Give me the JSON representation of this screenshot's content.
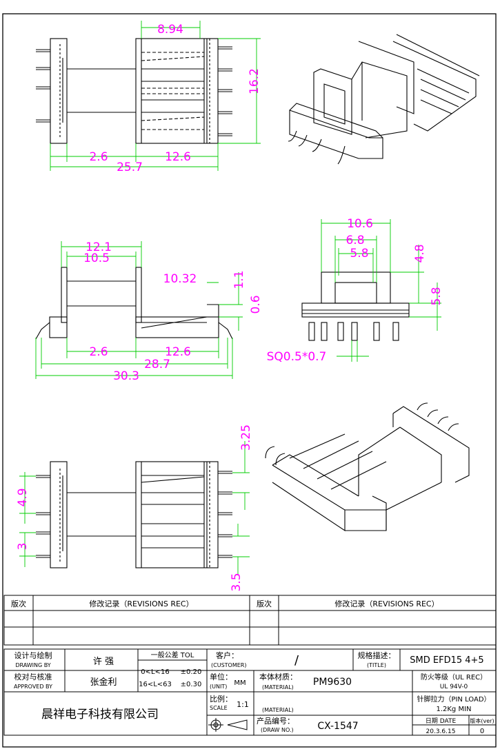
{
  "dimensions": {
    "top_width": "8.94",
    "top_height": "16.2",
    "top_offset": "2.6",
    "top_body": "12.6",
    "top_overall": "25.7",
    "side_w1": "12.1",
    "side_w2": "10.5",
    "side_overhang": "10.32",
    "side_h1": "1.1",
    "side_h2": "0.6",
    "side_offset": "2.6",
    "side_body": "12.6",
    "side_w3": "28.7",
    "side_overall": "30.3",
    "end_w1": "10.6",
    "end_w2": "6.8",
    "end_w3": "5.8",
    "end_h1": "4.8",
    "end_h2": "5.8",
    "pin_size": "SQ0.5*0.7",
    "bottom_pitch_top": "3.25",
    "bottom_pitch_a": "4.9",
    "bottom_pitch_b": "3",
    "bottom_pitch_c": "3.5"
  },
  "revisions": {
    "col_version": "版次",
    "col_record": "修改记录（REVISIONS REC）"
  },
  "title_block": {
    "designer_label": "设计与绘制",
    "designer_label_en": "DRAWING BY",
    "designer_name": "许  强",
    "approver_label": "校对与核准",
    "approver_label_en": "APPROVED BY",
    "approver_name": "张金利",
    "tol_header": "一般公差 TOL",
    "tol_range_1": "0<L<16",
    "tol_value_1": "±0.20",
    "tol_range_2": "16<L<63",
    "tol_value_2": "±0.30",
    "customer_label": "客户：",
    "customer_label_en": "(CUSTOMER)",
    "customer_value": "/",
    "spec_label": "规格描述：",
    "spec_label_en": "(TITLE)",
    "spec_value": "SMD  EFD15  4+5",
    "unit_label": "单位：",
    "unit_label_en": "(UNIT)",
    "unit_value": "MM",
    "material_label": "本体材质：",
    "material_label_en": "(MATERIAL)",
    "material_value": "PM9630",
    "flammability_label": "防火等级（UL REC）",
    "flammability_value": "UL 94V-0",
    "scale_label": "比例：",
    "scale_label_en": "SCALE",
    "scale_value": "1:1",
    "material2_label_en": "(MATERIAL)",
    "pin_load_label": "针脚拉力（PIN LOAD）",
    "pin_load_value": "1.2Kg   MIN",
    "drawing_no_label": "产品编号：",
    "drawing_no_label_en": "(DRAW NO.)",
    "drawing_no_value": "CX-1547",
    "date_label": "日期 DATE",
    "date_value": "20.3.6.15",
    "version_label": "版本(ver)",
    "version_value": "0",
    "company": "晨祥电子科技有限公司"
  }
}
